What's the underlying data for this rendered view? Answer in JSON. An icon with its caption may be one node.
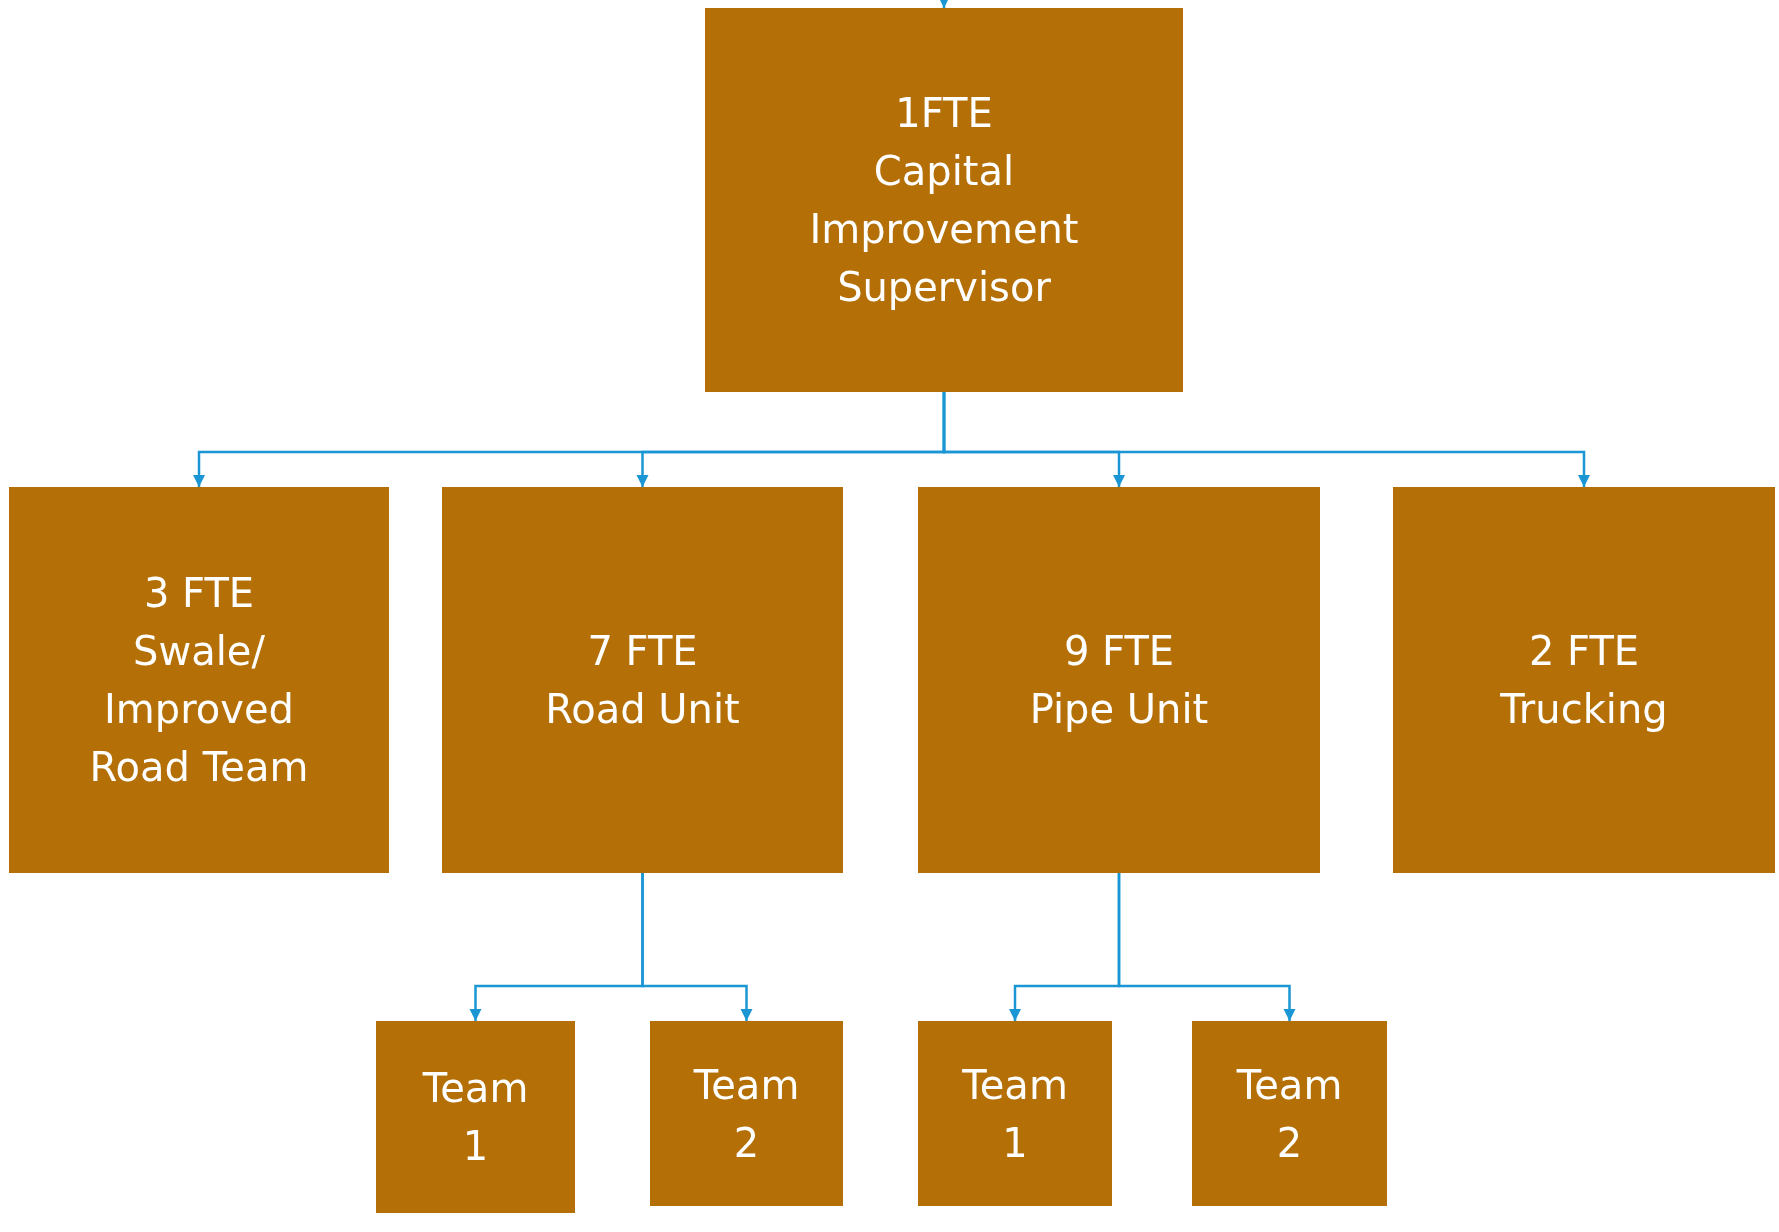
{
  "diagram": {
    "nodes": [
      {
        "text": [
          "1FTE",
          "Capital Improvement Supervisor"
        ]
      },
      {
        "text": [
          "3 FTE",
          "Swale/ Improved Road Team"
        ]
      },
      {
        "text": [
          "7 FTE",
          "Road Unit"
        ]
      },
      {
        "text": [
          "9 FTE",
          "Pipe Unit"
        ]
      },
      {
        "text": [
          "2 FTE",
          "Trucking"
        ]
      },
      {
        "text": [
          "Team 1"
        ]
      },
      {
        "text": [
          "Team 2"
        ]
      },
      {
        "text": [
          "Team 1"
        ]
      },
      {
        "text": [
          "Team 2"
        ]
      }
    ],
    "edges": [
      {
        "from": null,
        "to": 0,
        "arrow": "to"
      },
      {
        "from": 0,
        "to": 1,
        "arrow": "to"
      },
      {
        "from": 0,
        "to": 2,
        "arrow": "to"
      },
      {
        "from": 0,
        "to": 3,
        "arrow": "to"
      },
      {
        "from": 0,
        "to": 4,
        "arrow": "to"
      },
      {
        "from": 2,
        "to": 5,
        "arrow": "to"
      },
      {
        "from": 2,
        "to": 6,
        "arrow": "to"
      },
      {
        "from": 3,
        "to": 7,
        "arrow": "to"
      },
      {
        "from": 3,
        "to": 8,
        "arrow": "to"
      }
    ]
  }
}
